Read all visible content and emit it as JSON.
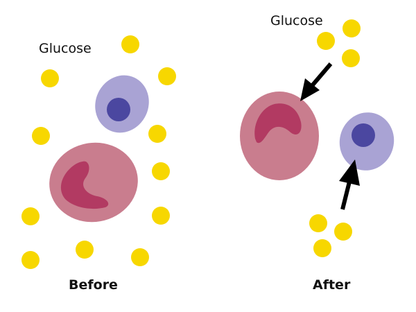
{
  "labels": {
    "glucose_before": "Glucose",
    "glucose_after": "Glucose",
    "before": "Before",
    "after": "After"
  },
  "colors": {
    "glucose": "#f7d700",
    "red_cell_body": "#c97d8e",
    "red_cell_nucleus": "#b23a62",
    "white_cell_body": "#a9a3d4",
    "white_cell_nucleus": "#4b47a0",
    "arrow": "#000000",
    "text": "#111111"
  }
}
